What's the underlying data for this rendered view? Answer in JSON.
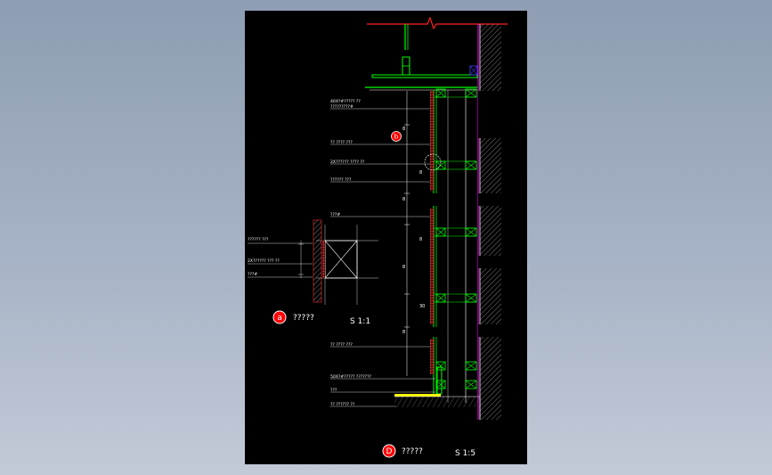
{
  "annotations": {
    "top_1": "40X?#????? ??",
    "top_2": "?????????#",
    "mid_1": "?? ???? ???",
    "mid_2": "2X?????? ???? ??",
    "mid_3": "?????? ???",
    "mid_4": "???#",
    "bot_1": "?? ???? ???",
    "bot_2": "50X?#????? ???????",
    "bot_3": "???",
    "bot_4": "?? ?????? ??"
  },
  "detail_a": {
    "labels": [
      "?????? ???",
      "2X?????? ??? ??",
      "???#"
    ],
    "marker_letter": "a",
    "title": "?????",
    "scale": "S 1:1"
  },
  "detail_b": {
    "marker_letter": "b"
  },
  "detail_d": {
    "marker_letter": "D",
    "title": "?????",
    "scale": "S 1:5"
  },
  "dimensions": [
    "8",
    "8",
    "8",
    "8",
    "8",
    "8",
    "30"
  ],
  "colors": {
    "background": "#000000",
    "red": "#ff0000",
    "green": "#00ff00",
    "white": "#ffffff",
    "magenta": "#ff00ff",
    "blue": "#4040ff",
    "yellow": "#ffff00",
    "hatch": "#bbbbbb"
  }
}
